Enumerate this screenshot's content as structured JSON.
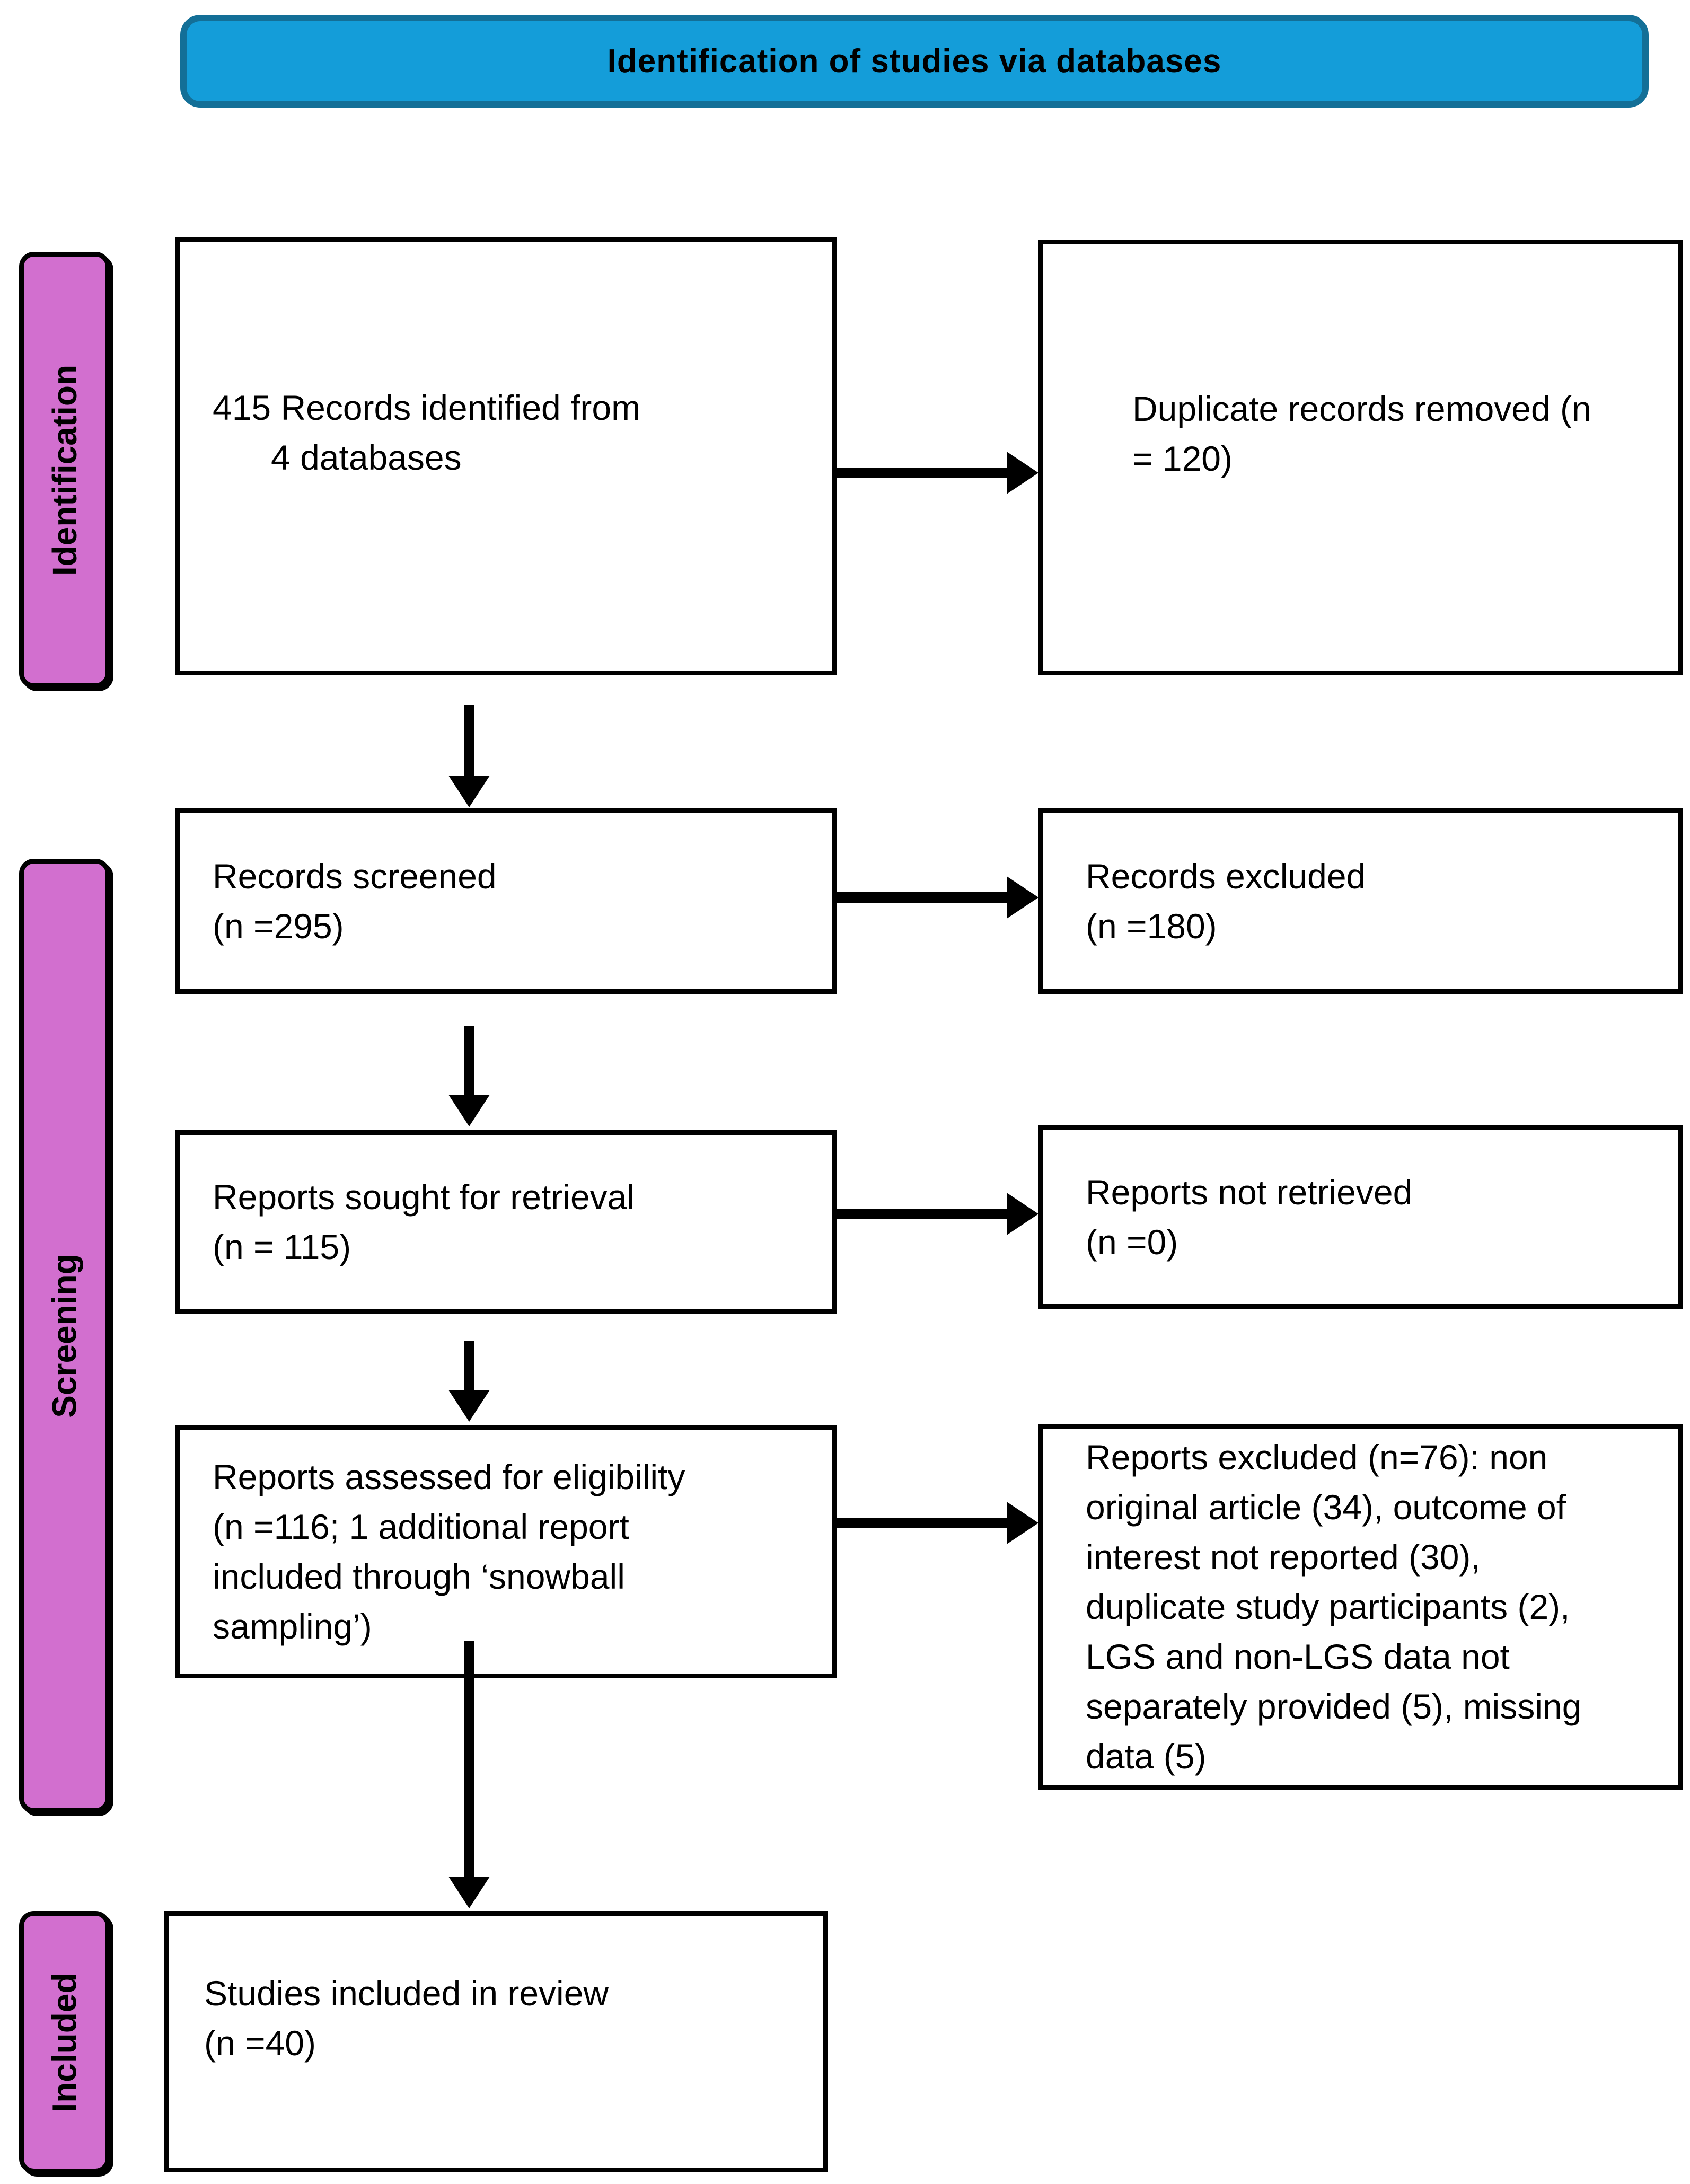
{
  "banner": {
    "title": "Identification of studies via databases"
  },
  "stages": [
    {
      "label": "Identification"
    },
    {
      "label": "Screening"
    },
    {
      "label": "Included"
    }
  ],
  "boxes": {
    "records_identified": "415 Records identified from\n      4 databases",
    "duplicates_removed": "Duplicate records removed (n\n= 120)",
    "records_screened": "Records screened\n(n =295)",
    "records_excluded": "Records excluded\n(n =180)",
    "reports_sought": "Reports sought for retrieval\n(n = 115)",
    "reports_not_retrieved": "Reports not retrieved\n(n =0)",
    "reports_assessed": "Reports assessed for eligibility\n(n =116; 1 additional report\nincluded through ‘snowball\nsampling’)",
    "reports_excluded": "Reports excluded (n=76): non\noriginal article (34), outcome of\ninterest not reported (30),\nduplicate study participants (2),\nLGS and non-LGS data not\nseparately provided (5), missing\ndata (5)",
    "studies_included": "Studies included in review\n(n =40)"
  },
  "colors": {
    "banner_fill": "#149dd9",
    "banner_border": "#136f97",
    "stage_fill": "#d26fcf",
    "box_border": "#000000",
    "box_fill": "#ffffff",
    "arrow": "#000000",
    "text": "#000000"
  }
}
